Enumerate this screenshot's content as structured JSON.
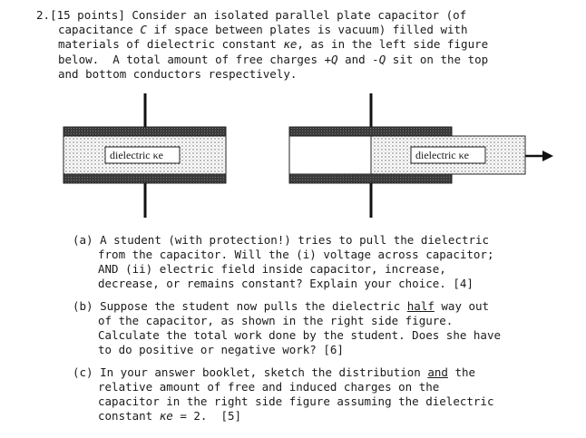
{
  "problem": {
    "number": "2.",
    "points": "[15 points]",
    "intro_lines": [
      {
        "pre": "Consider an isolated parallel plate capacitor (of",
        "it": "",
        "post": ""
      },
      {
        "pre": "capacitance ",
        "it": "C",
        "post": " if space between plates is vacuum) filled with"
      },
      {
        "pre": "materials of dielectric constant ",
        "it": "κe",
        "post": ", as in the left side figure"
      },
      {
        "pre": "below.  A total amount of free charges ",
        "it": "+Q",
        "post": " and "
      },
      {
        "pre": "and bottom conductors respectively.",
        "it": "",
        "post": ""
      }
    ],
    "intro_line4_tail_it": "-Q",
    "intro_line4_tail": " sit on the top"
  },
  "figures": {
    "left_label": "dielectric κe",
    "right_label": "dielectric κe"
  },
  "parts": [
    {
      "label": "(a)",
      "lines": [
        "A student (with protection!) tries to pull the dielectric",
        "from the capacitor. Will the (i) voltage across capacitor;",
        "AND (ii) electric field inside capacitor, increase,",
        "decrease, or remains constant? Explain your choice. [4]"
      ]
    },
    {
      "label": "(b)",
      "lines": [
        "Suppose the student now pulls the dielectric ",
        "of the capacitor, as shown in the right side figure.",
        "Calculate the total work done by the student. Does she have",
        "to do positive or negative work? [6]"
      ],
      "line1_underlined": "half",
      "line1_tail": " way out"
    },
    {
      "label": "(c)",
      "lines": [
        "In your answer booklet, sketch the distribution ",
        "relative amount of free and induced charges on the",
        "capacitor in the right side figure assuming the dielectric",
        "constant "
      ],
      "line1_underlined": "and",
      "line1_tail": " the",
      "line4_it": "κe",
      "line4_tail": " = 2.  [5]"
    }
  ]
}
